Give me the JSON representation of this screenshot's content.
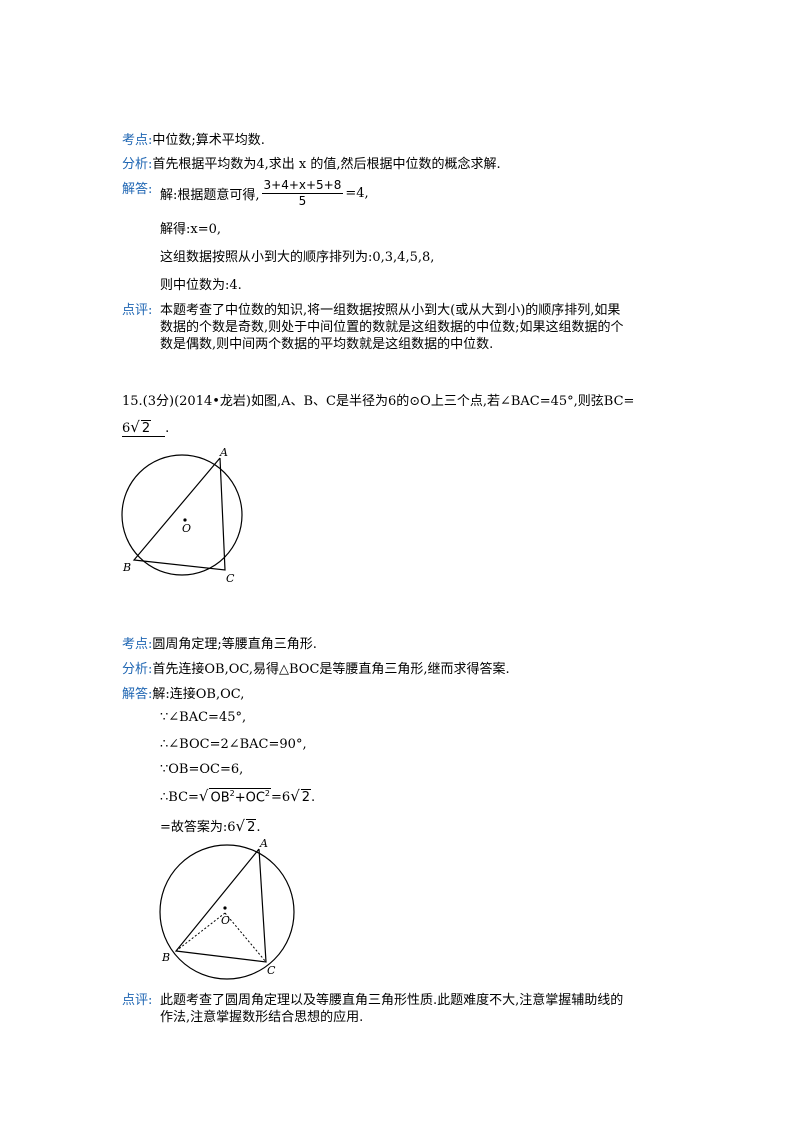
{
  "q14": {
    "kaodian_label": "考点:",
    "kaodian_text": "中位数;算术平均数.",
    "fenxi_label": "分析:",
    "fenxi_text": "首先根据平均数为4,求出 x 的值,然后根据中位数的概念求解.",
    "jieda_label": "解答:",
    "line1_prefix": "解:根据题意可得,",
    "frac_num": "3+4+x+5+8",
    "frac_den": "5",
    "line1_suffix": "=4,",
    "line2": "解得:x=0,",
    "line3": "这组数据按照从小到大的顺序排列为:0,3,4,5,8,",
    "line4": "则中位数为:4.",
    "dianping_label": "点评:",
    "dianping_line1": "本题考查了中位数的知识,将一组数据按照从小到大(或从大到小)的顺序排列,如果",
    "dianping_line2": "数据的个数是奇数,则处于中间位置的数就是这组数据的中位数;如果这组数据的个",
    "dianping_line3": "数是偶数,则中间两个数据的平均数就是这组数据的中位数."
  },
  "q15": {
    "stem": "15.(3分)(2014•龙岩)如图,A、B、C是半径为6的⊙O上三个点,若∠BAC=45°,则弦BC=",
    "answer_coef": "6",
    "answer_rad": "2",
    "answer_end": ".",
    "fig_labels": {
      "A": "A",
      "B": "B",
      "C": "C",
      "O": "O"
    },
    "kaodian_label": "考点:",
    "kaodian_text": "圆周角定理;等腰直角三角形.",
    "fenxi_label": "分析:",
    "fenxi_text": "首先连接OB,OC,易得△BOC是等腰直角三角形,继而求得答案.",
    "jieda_label": "解答:",
    "step1": "解:连接OB,OC,",
    "step2": "∵∠BAC=45°,",
    "step3": "∴∠BOC=2∠BAC=90°,",
    "step4": "∵OB=OC=6,",
    "step5_prefix": "∴BC=",
    "step5_rad_a": "OB",
    "step5_exp_a": "2",
    "step5_plus": "+OC",
    "step5_exp_b": "2",
    "step5_eq": "=6",
    "step5_rad": "2",
    "step5_end": ".",
    "step6_prefix": "=故答案为:6",
    "step6_rad": "2",
    "step6_end": ".",
    "dianping_label": "点评:",
    "dianping_line1": "此题考查了圆周角定理以及等腰直角三角形性质.此题难度不大,注意掌握辅助线的",
    "dianping_line2": "作法,注意掌握数形结合思想的应用."
  }
}
